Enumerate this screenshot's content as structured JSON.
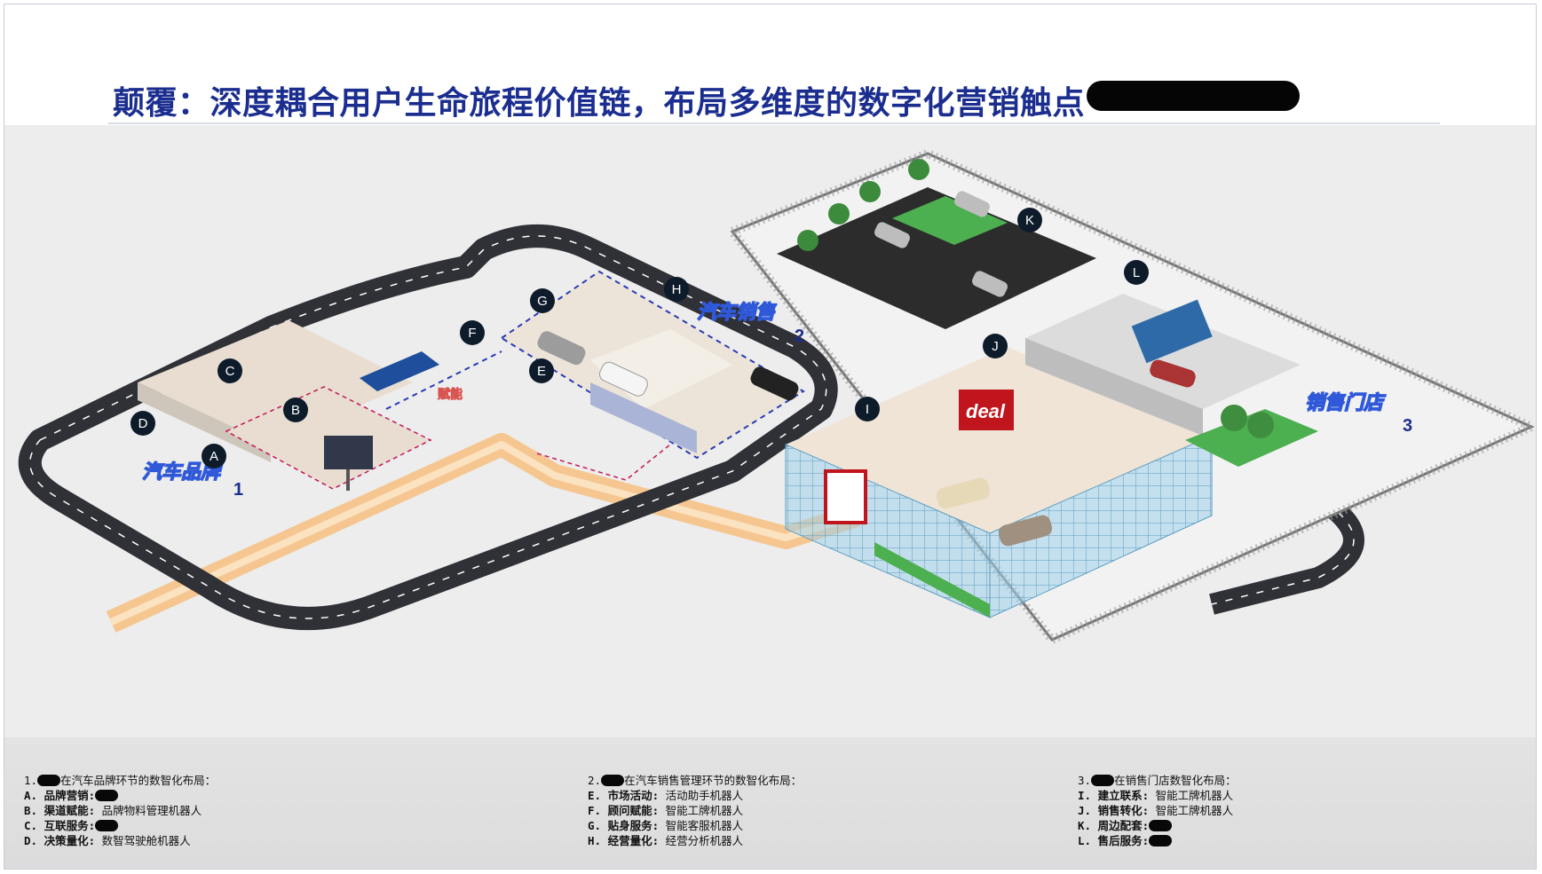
{
  "header": {
    "title": "颠覆：深度耦合用户生命旅程价值链，布局多维度的数字化营销触点"
  },
  "scene": {
    "zones": [
      {
        "id": "brand",
        "label": "汽车品牌",
        "number": "1"
      },
      {
        "id": "sales",
        "label": "汽车销售",
        "number": "2"
      },
      {
        "id": "store",
        "label": "销售门店",
        "number": "3"
      }
    ],
    "markers": [
      "A",
      "B",
      "C",
      "D",
      "E",
      "F",
      "G",
      "H",
      "I",
      "J",
      "K",
      "L"
    ],
    "sign_deal": "deal",
    "sign_empower": "赋能",
    "colors": {
      "title": "#1b2e8f",
      "road": "#2f3136",
      "path": "#f7c98a",
      "marker": "#0d1b2a",
      "dashed_blue": "#2b3bb5",
      "dashed_pink": "#c2185b",
      "deal_red": "#c0151c",
      "glass": "#8fc4e0"
    }
  },
  "footer": {
    "col1": {
      "heading": "在汽车品牌环节的数智化布局：",
      "heading_prefix": "1.",
      "items": [
        {
          "label": "A. 品牌营销:",
          "value": ""
        },
        {
          "label": "B. 渠道赋能:",
          "value": "品牌物料管理机器人"
        },
        {
          "label": "C. 互联服务:",
          "value": ""
        },
        {
          "label": "D. 决策量化:",
          "value": "数智驾驶舱机器人"
        }
      ]
    },
    "col2": {
      "heading": "在汽车销售管理环节的数智化布局：",
      "heading_prefix": "2.",
      "items": [
        {
          "label": "E. 市场活动:",
          "value": "活动助手机器人"
        },
        {
          "label": "F. 顾问赋能:",
          "value": "智能工牌机器人"
        },
        {
          "label": "G. 贴身服务:",
          "value": "智能客服机器人"
        },
        {
          "label": "H. 经营量化:",
          "value": "经营分析机器人"
        }
      ]
    },
    "col3": {
      "heading": "在销售门店数智化布局：",
      "heading_prefix": "3.",
      "items": [
        {
          "label": "I. 建立联系:",
          "value": "智能工牌机器人"
        },
        {
          "label": "J. 销售转化:",
          "value": "智能工牌机器人"
        },
        {
          "label": "K. 周边配套:",
          "value": ""
        },
        {
          "label": "L. 售后服务:",
          "value": ""
        }
      ]
    }
  }
}
